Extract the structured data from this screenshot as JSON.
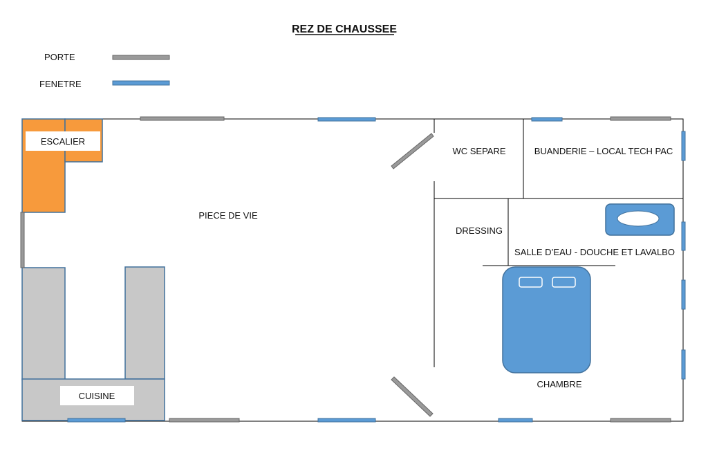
{
  "title": "REZ DE CHAUSSEE",
  "legend": {
    "door_label": "PORTE",
    "window_label": "FENETRE"
  },
  "rooms": {
    "escalier": "ESCALIER",
    "piece_de_vie": "PIECE DE VIE",
    "wc": "WC SEPARE",
    "buanderie": "BUANDERIE – LOCAL TECH PAC",
    "dressing": "DRESSING",
    "salle_eau": "SALLE D’EAU - DOUCHE ET LAVALBO",
    "chambre": "CHAMBRE",
    "cuisine": "CUISINE"
  },
  "colors": {
    "door": "#9a9a9a",
    "window": "#5b9bd5",
    "stair": "#f79a3c",
    "kitchen": "#c8c8c8",
    "furniture": "#5b9bd5",
    "wall": "#000000"
  }
}
